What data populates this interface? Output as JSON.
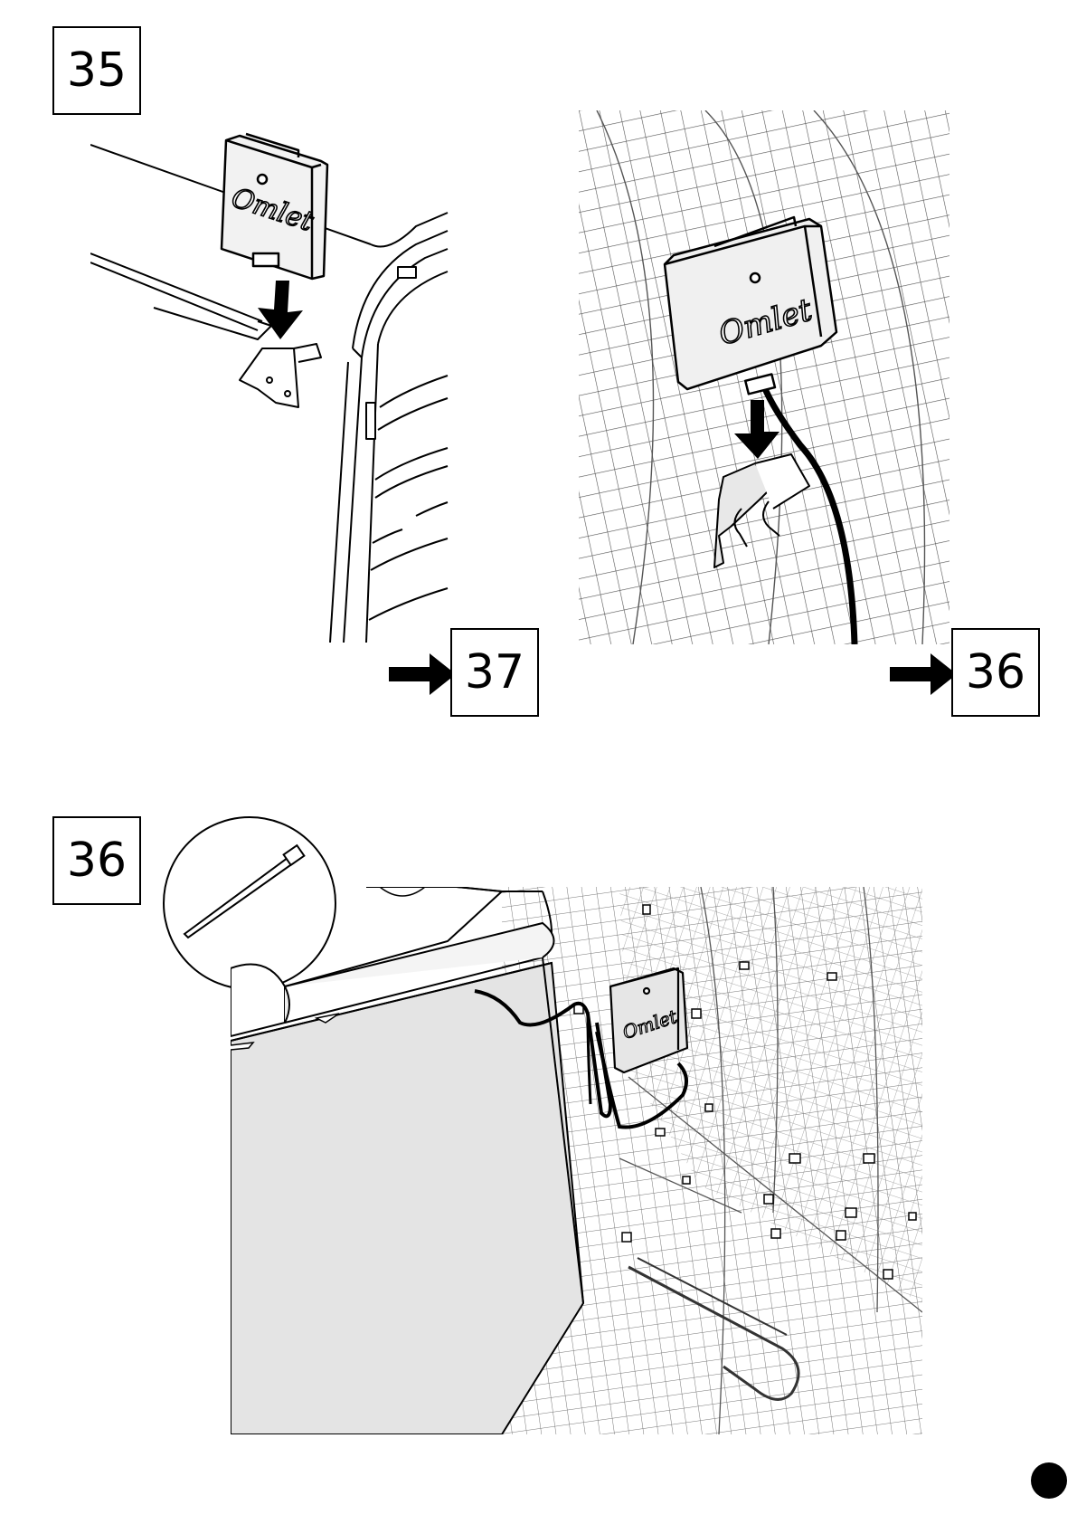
{
  "step35": {
    "number": "35",
    "goto": "37"
  },
  "step35b": {
    "goto": "36"
  },
  "step36": {
    "number": "36"
  },
  "device": {
    "logo": "Omlet"
  }
}
